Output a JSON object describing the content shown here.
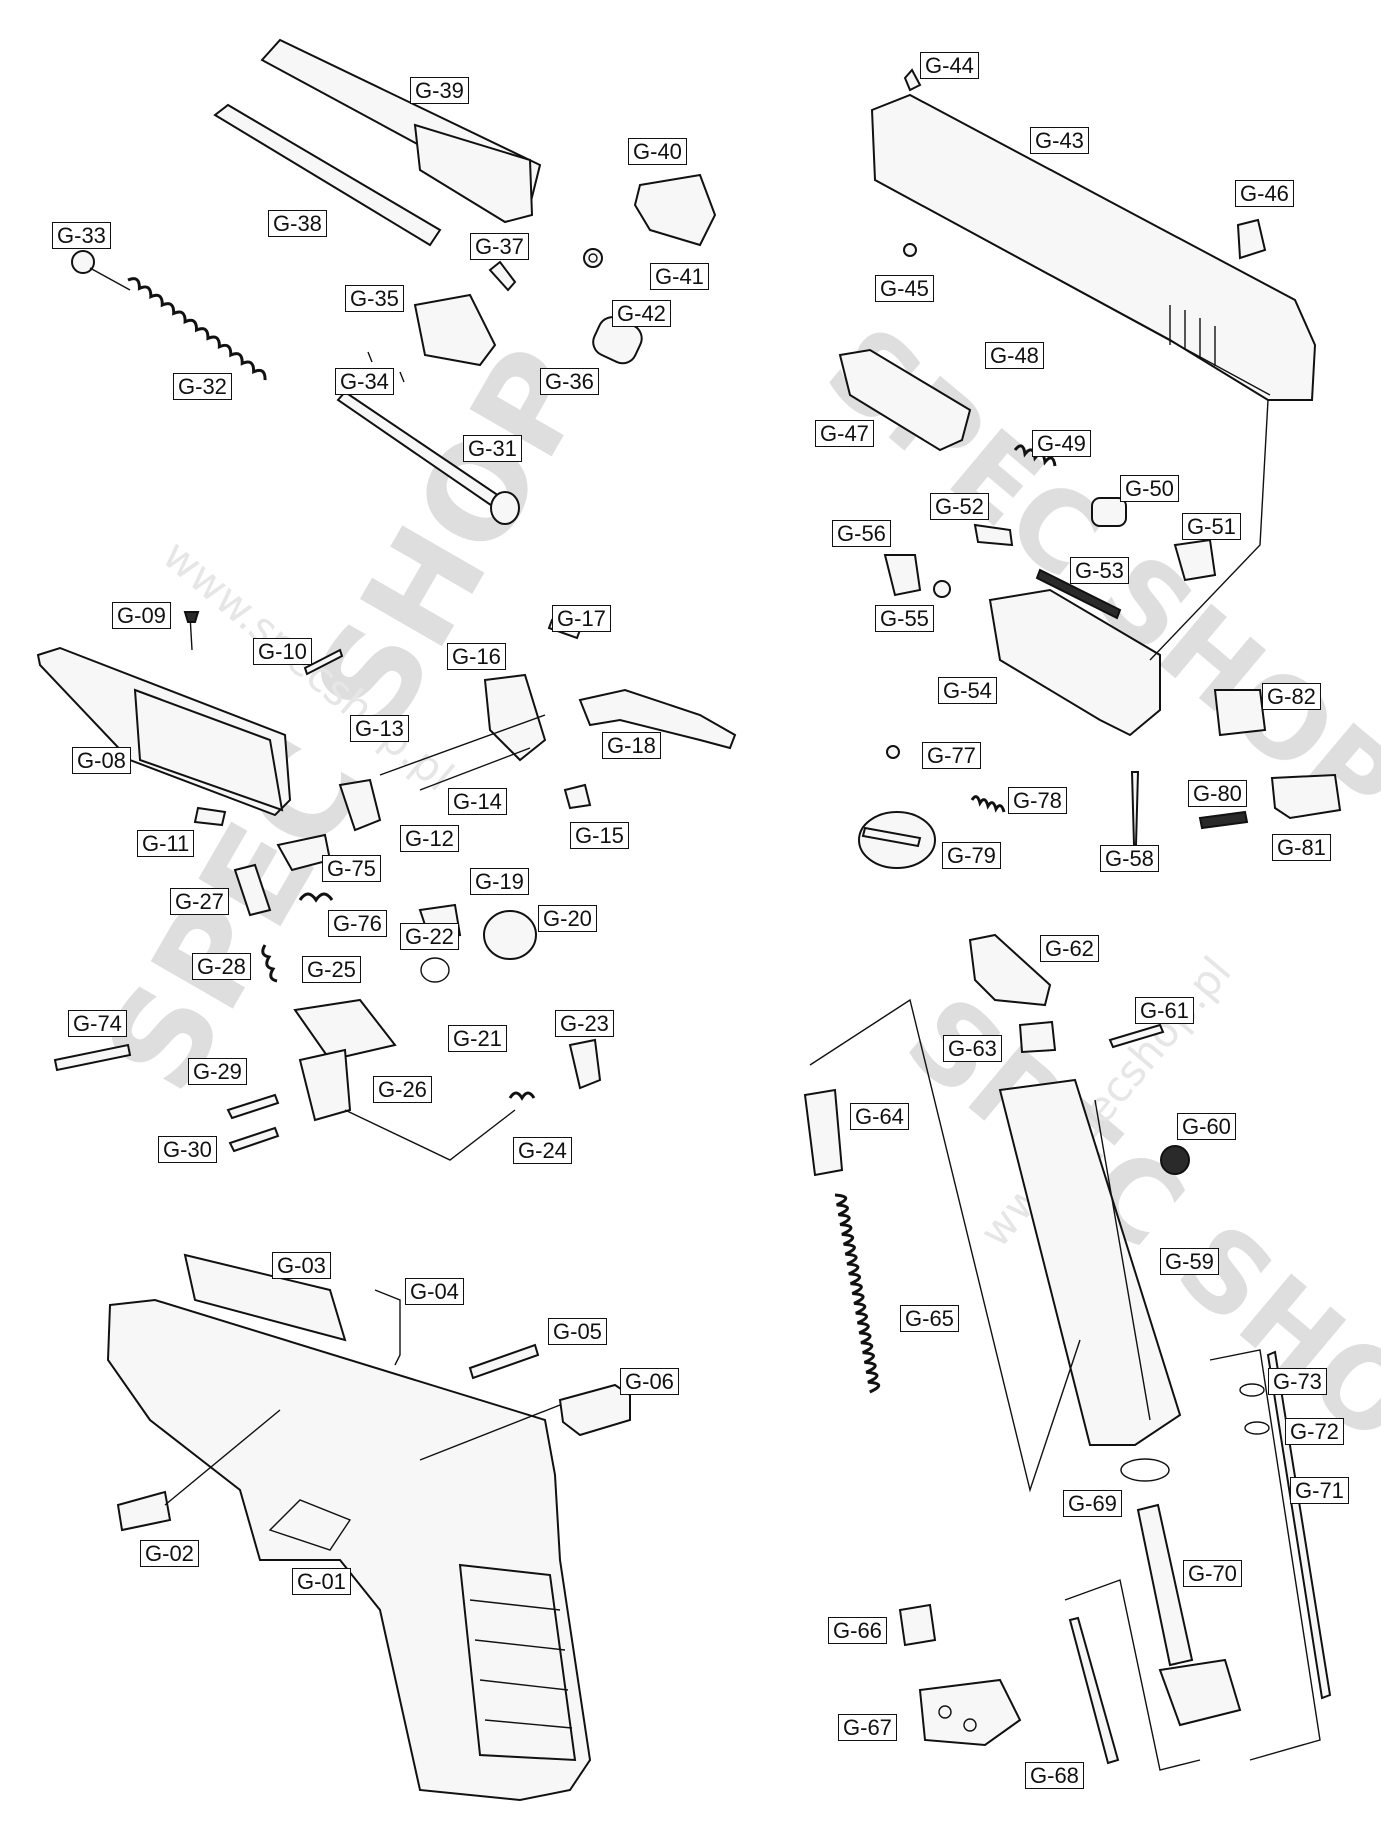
{
  "watermark": {
    "brand": "SPEC SHOP",
    "url": "www.specshop.pl"
  },
  "labels": {
    "g01": "G-01",
    "g02": "G-02",
    "g03": "G-03",
    "g04": "G-04",
    "g05": "G-05",
    "g06": "G-06",
    "g08": "G-08",
    "g09": "G-09",
    "g10": "G-10",
    "g11": "G-11",
    "g12": "G-12",
    "g13": "G-13",
    "g14": "G-14",
    "g15": "G-15",
    "g16": "G-16",
    "g17": "G-17",
    "g18": "G-18",
    "g19": "G-19",
    "g20": "G-20",
    "g21": "G-21",
    "g22": "G-22",
    "g23": "G-23",
    "g24": "G-24",
    "g25": "G-25",
    "g26": "G-26",
    "g27": "G-27",
    "g28": "G-28",
    "g29": "G-29",
    "g30": "G-30",
    "g31": "G-31",
    "g32": "G-32",
    "g33": "G-33",
    "g34": "G-34",
    "g35": "G-35",
    "g36": "G-36",
    "g37": "G-37",
    "g38": "G-38",
    "g39": "G-39",
    "g40": "G-40",
    "g41": "G-41",
    "g42": "G-42",
    "g43": "G-43",
    "g44": "G-44",
    "g45": "G-45",
    "g46": "G-46",
    "g47": "G-47",
    "g48": "G-48",
    "g49": "G-49",
    "g50": "G-50",
    "g51": "G-51",
    "g52": "G-52",
    "g53": "G-53",
    "g54": "G-54",
    "g55": "G-55",
    "g56": "G-56",
    "g58": "G-58",
    "g59": "G-59",
    "g60": "G-60",
    "g61": "G-61",
    "g62": "G-62",
    "g63": "G-63",
    "g64": "G-64",
    "g65": "G-65",
    "g66": "G-66",
    "g67": "G-67",
    "g68": "G-68",
    "g69": "G-69",
    "g70": "G-70",
    "g71": "G-71",
    "g72": "G-72",
    "g73": "G-73",
    "g74": "G-74",
    "g75": "G-75",
    "g76": "G-76",
    "g77": "G-77",
    "g78": "G-78",
    "g79": "G-79",
    "g80": "G-80",
    "g81": "G-81",
    "g82": "G-82"
  }
}
